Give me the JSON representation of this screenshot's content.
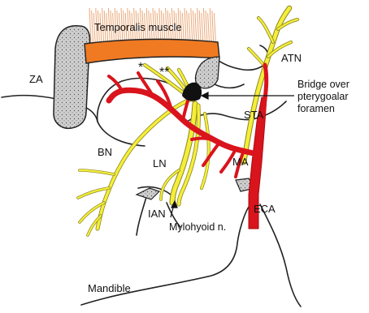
{
  "labels": {
    "temporalis": "Temporalis muscle",
    "za": "ZA",
    "atn": "ATN",
    "bridge_line1": "Bridge over",
    "bridge_line2": "pterygoalar",
    "bridge_line3": "foramen",
    "sta": "STA",
    "bn": "BN",
    "ln": "LN",
    "ma": "MA",
    "ian": "IAN",
    "eca": "ECA",
    "mylohyoid": "Mylohyoid n.",
    "mandible": "Mandible",
    "star_single": "*",
    "star_double": "**"
  },
  "colors": {
    "nerve": "#f5ee3a",
    "nerve_stroke": "#8a8620",
    "artery": "#d9141c",
    "artery_dark": "#a80c12",
    "muscle_band": "#f07a22",
    "muscle_fiber": "#e9a878",
    "bone_fill": "#c8c8c8",
    "outline": "#222222",
    "bridge": "#111111"
  }
}
